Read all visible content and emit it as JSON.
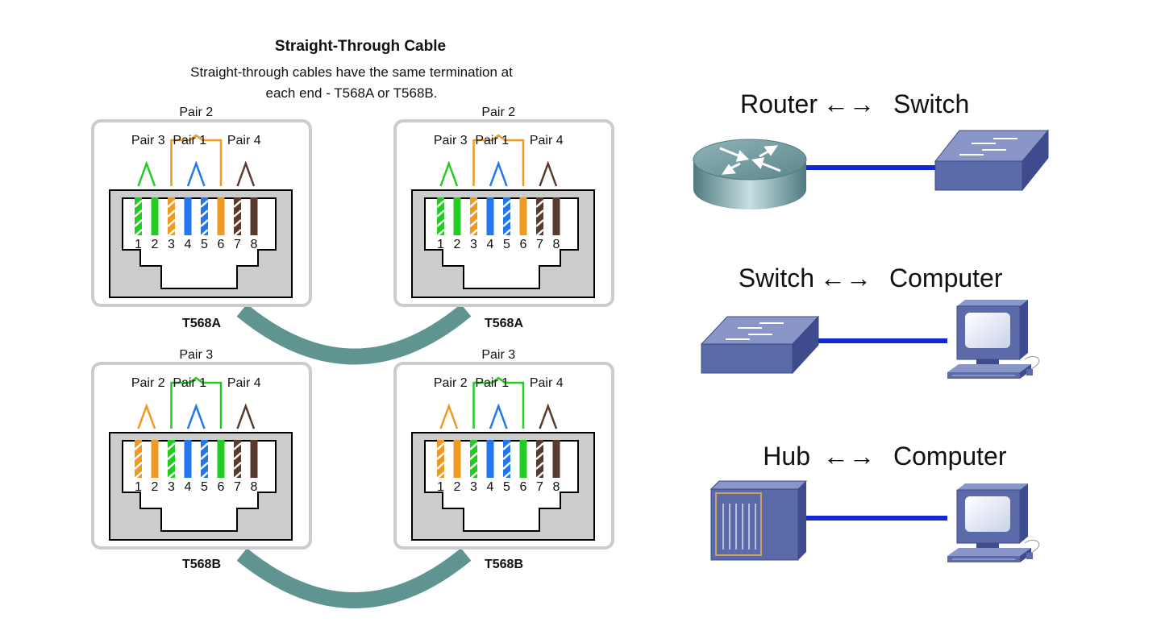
{
  "title": "Straight-Through Cable",
  "subtitle_line1": "Straight-through cables have the same termination at",
  "subtitle_line2": "each end - T568A or T568B.",
  "pin_numbers": [
    "1",
    "2",
    "3",
    "4",
    "5",
    "6",
    "7",
    "8"
  ],
  "colors": {
    "green": "#22cc22",
    "orange": "#ee9922",
    "blue": "#2277ee",
    "brown": "#5b3a2e",
    "cable_arc": "#5f9490",
    "connector_fill": "#cccccc",
    "link": "#1428d8",
    "device_blue": "#5b6aa8"
  },
  "connectors": [
    {
      "name": "T568A",
      "labels": {
        "top": "Pair 2",
        "left": "Pair 3",
        "middle": "Pair 1",
        "right": "Pair 4"
      },
      "wires": [
        "gw",
        "g",
        "ow",
        "b",
        "bw",
        "o",
        "brw",
        "br"
      ],
      "pair_colors": {
        "top": "orange",
        "left": "green",
        "middle": "blue",
        "right": "brown"
      }
    },
    {
      "name": "T568A",
      "labels": {
        "top": "Pair 2",
        "left": "Pair 3",
        "middle": "Pair 1",
        "right": "Pair 4"
      },
      "wires": [
        "gw",
        "g",
        "ow",
        "b",
        "bw",
        "o",
        "brw",
        "br"
      ],
      "pair_colors": {
        "top": "orange",
        "left": "green",
        "middle": "blue",
        "right": "brown"
      }
    },
    {
      "name": "T568B",
      "labels": {
        "top": "Pair 3",
        "left": "Pair 2",
        "middle": "Pair 1",
        "right": "Pair 4"
      },
      "wires": [
        "ow",
        "o",
        "gw",
        "b",
        "bw",
        "g",
        "brw",
        "br"
      ],
      "pair_colors": {
        "top": "green",
        "left": "orange",
        "middle": "blue",
        "right": "brown"
      }
    },
    {
      "name": "T568B",
      "labels": {
        "top": "Pair 3",
        "left": "Pair 2",
        "middle": "Pair 1",
        "right": "Pair 4"
      },
      "wires": [
        "ow",
        "o",
        "gw",
        "b",
        "bw",
        "g",
        "brw",
        "br"
      ],
      "pair_colors": {
        "top": "green",
        "left": "orange",
        "middle": "blue",
        "right": "brown"
      }
    }
  ],
  "connections": [
    {
      "left": "Router",
      "arrow": "←→",
      "right": "Switch",
      "left_icon": "router-icon",
      "right_icon": "switch-icon"
    },
    {
      "left": "Switch",
      "arrow": "←→",
      "right": "Computer",
      "left_icon": "switch-icon",
      "right_icon": "computer-icon"
    },
    {
      "left": "Hub",
      "arrow": "←→",
      "right": "Computer",
      "left_icon": "hub-icon",
      "right_icon": "computer-icon"
    }
  ]
}
